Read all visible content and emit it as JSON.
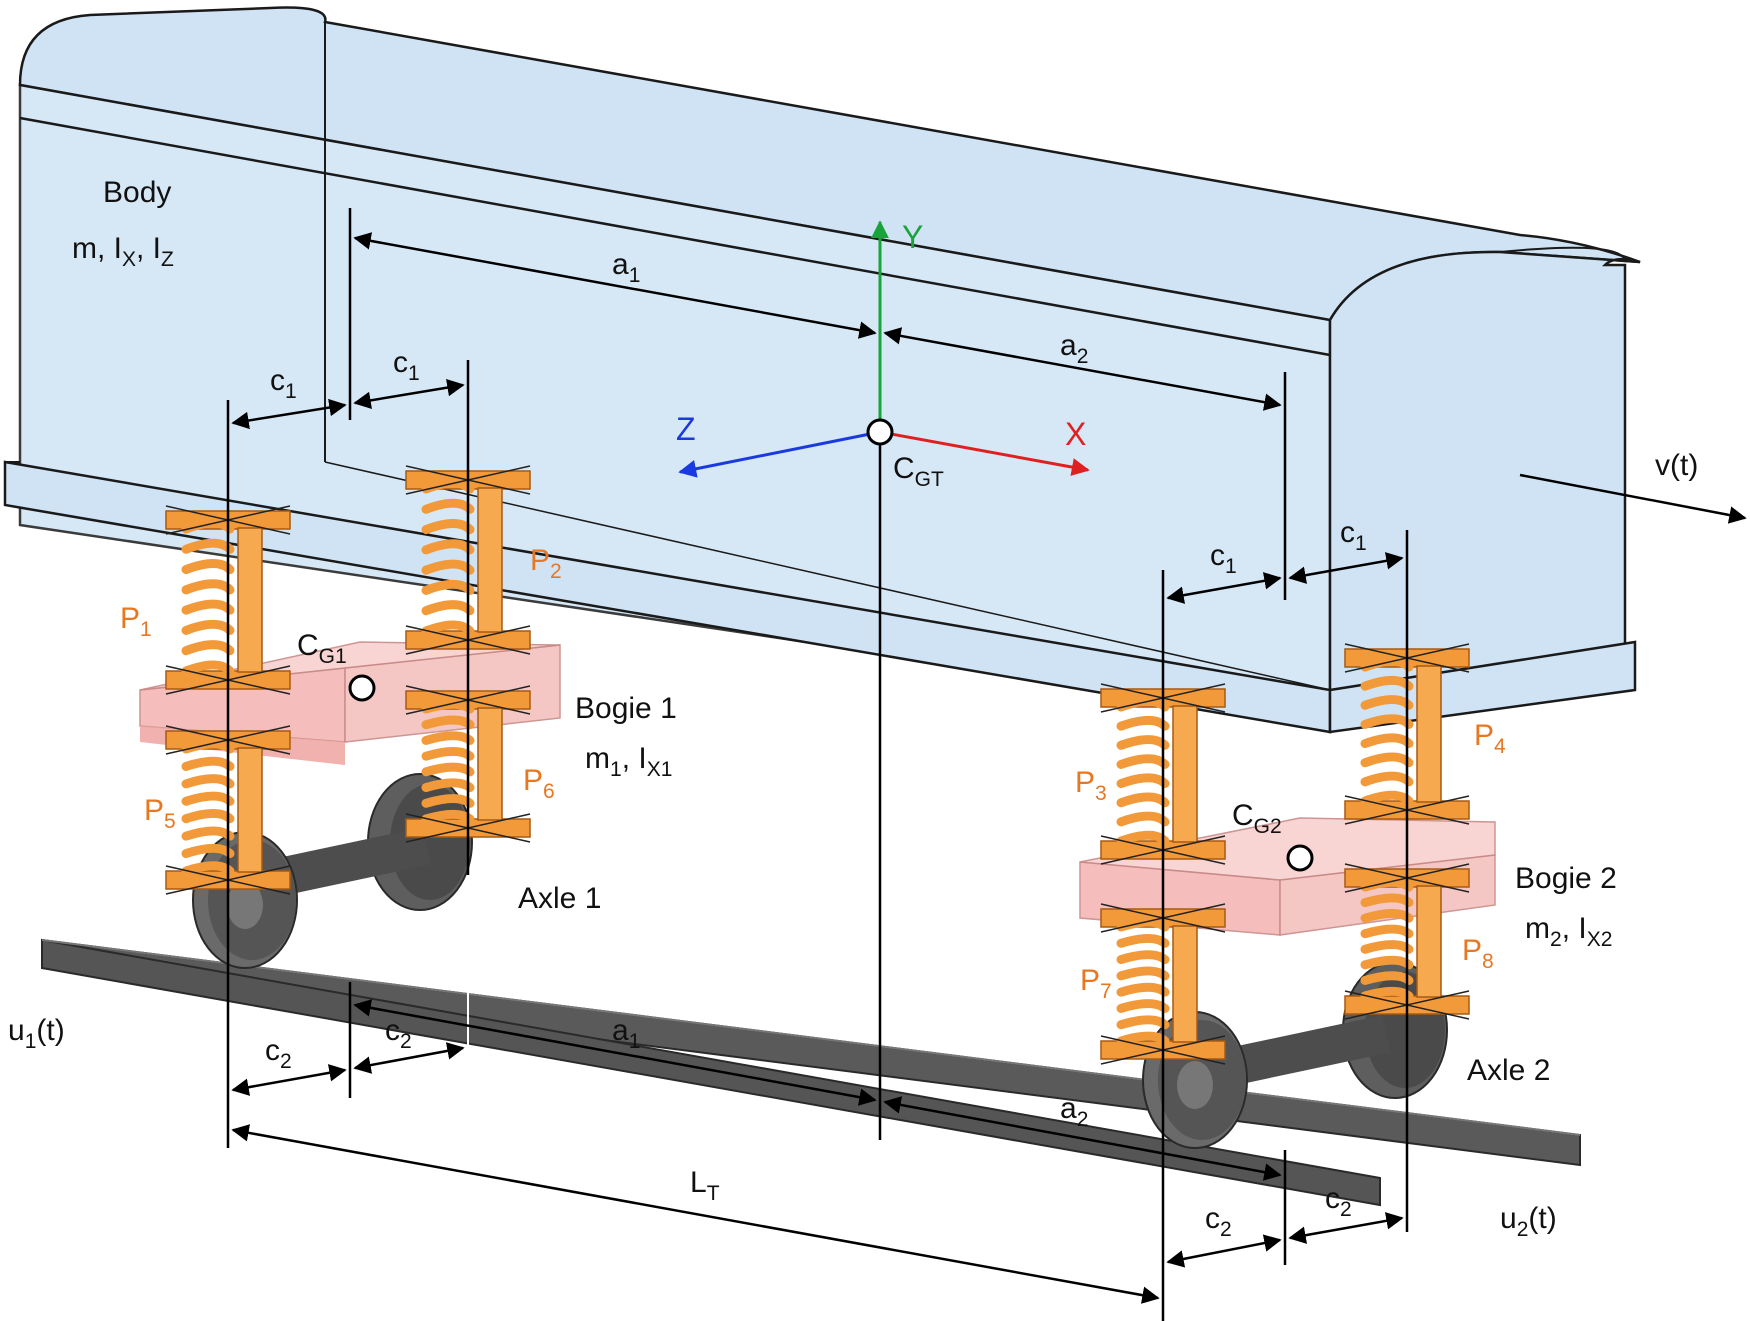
{
  "colors": {
    "body_fill": "#cfe3f5",
    "body_stroke": "#1a1a1a",
    "spring": "#f29a3a",
    "bogie": "#f5b8b5",
    "wheel": "#5a5a5a",
    "rail": "#555555",
    "label_orange": "#e87722",
    "axis_x": "#e02020",
    "axis_y": "#1aa33a",
    "axis_z": "#1a3ae0"
  },
  "body": {
    "title": "Body",
    "params_main": "m, I",
    "sub_x": "X",
    "sep": ", I",
    "sub_z": "Z"
  },
  "axes": {
    "x": "X",
    "y": "Y",
    "z": "Z"
  },
  "cgt": {
    "main": "C",
    "sub": "GT"
  },
  "cg1": {
    "main": "C",
    "sub": "G1"
  },
  "cg2": {
    "main": "C",
    "sub": "G2"
  },
  "bogie1": {
    "title": "Bogie 1",
    "m_main": "m",
    "m_sub": "1",
    "sep": ", I",
    "i_sub": "X1"
  },
  "bogie2": {
    "title": "Bogie 2",
    "m_main": "m",
    "m_sub": "2",
    "sep": ", I",
    "i_sub": "X2"
  },
  "axle1": "Axle 1",
  "axle2": "Axle 2",
  "springs": [
    {
      "main": "P",
      "sub": "1"
    },
    {
      "main": "P",
      "sub": "2"
    },
    {
      "main": "P",
      "sub": "3"
    },
    {
      "main": "P",
      "sub": "4"
    },
    {
      "main": "P",
      "sub": "5"
    },
    {
      "main": "P",
      "sub": "6"
    },
    {
      "main": "P",
      "sub": "7"
    },
    {
      "main": "P",
      "sub": "8"
    }
  ],
  "dims": {
    "a1": {
      "main": "a",
      "sub": "1"
    },
    "a2": {
      "main": "a",
      "sub": "2"
    },
    "c1": {
      "main": "c",
      "sub": "1"
    },
    "c2": {
      "main": "c",
      "sub": "2"
    },
    "lt": {
      "main": "L",
      "sub": "T"
    }
  },
  "velocity": "v(t)",
  "u1": {
    "main": "u",
    "sub": "1",
    "rest": "(t)"
  },
  "u2": {
    "main": "u",
    "sub": "2",
    "rest": "(t)"
  }
}
